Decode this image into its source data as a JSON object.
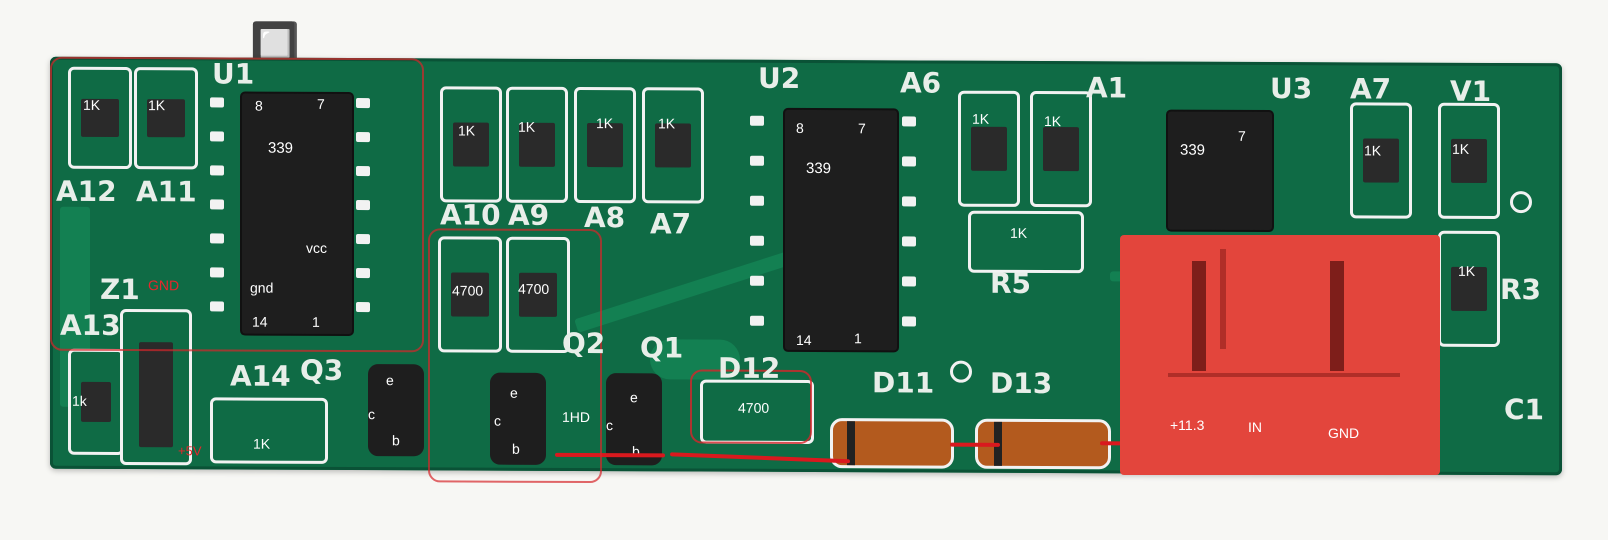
{
  "labels": {
    "r_tl1": "1K",
    "r_tl2": "1K",
    "u1_pin8": "8",
    "u1_pin7": "7",
    "u1_part": "339",
    "u1_vcc": "vcc",
    "u1_gnd": "gnd",
    "u1_pin14": "14",
    "u1_pin1": "1",
    "gnd_red": "GND",
    "r10": "1K",
    "r9": "1K",
    "r8": "1K",
    "r7": "1K",
    "r_4700a": "4700",
    "r_4700b": "4700",
    "u2_pin8": "8",
    "u2_pin7": "7",
    "u2_part": "339",
    "u2_pin14": "14",
    "u2_pin1": "1",
    "r_a6a": "1K",
    "r_a6b": "1K",
    "r6": "1K",
    "u3_part": "339",
    "u3_pin7": "7",
    "r_right1": "1K",
    "r_right2": "1K",
    "r_right3": "1K",
    "r13": "1k",
    "r14": "1K",
    "plus5v": "+5V",
    "q3_e": "e",
    "q3_c": "c",
    "q3_b": "b",
    "q2_e": "e",
    "q2_c": "c",
    "q2_b": "b",
    "q2_tag": "1HD",
    "q1_e": "e",
    "q1_c": "c",
    "q1_b": "b",
    "r_4700c": "4700",
    "conn_113": "+11.3",
    "conn_in": "IN",
    "conn_gnd": "GND"
  },
  "silkscreen": {
    "u1": "U1",
    "u2": "U2",
    "a6": "A6",
    "a1": "A1",
    "u3": "U3",
    "a7": "A7",
    "v1": "V1",
    "a12": "A12",
    "a11": "A11",
    "a10": "A10",
    "a9": "A9",
    "a8": "A8",
    "a7b": "A7",
    "r5": "R5",
    "r3": "R3",
    "z1": "Z1",
    "a13": "A13",
    "a14": "A14",
    "q3": "Q3",
    "q2": "Q2",
    "q1": "Q1",
    "d12": "D12",
    "d11": "D11",
    "d13": "D13",
    "c1": "C1"
  },
  "colors": {
    "board": "#0f6b45",
    "annotation_red": "#e8262b",
    "connector": "#e3453c"
  }
}
